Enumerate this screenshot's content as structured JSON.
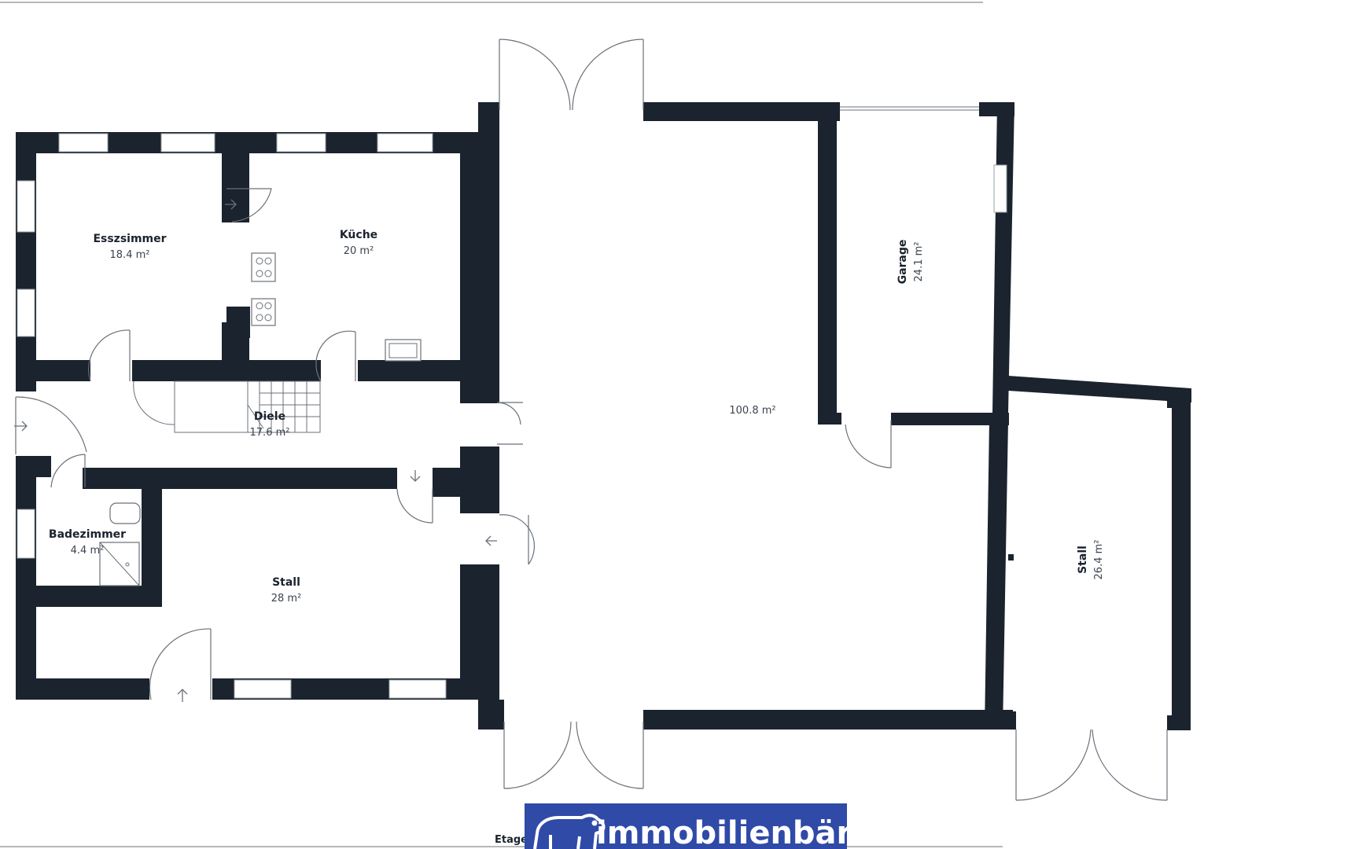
{
  "rooms": {
    "esszimmer": {
      "name": "Esszsimmer",
      "area": "18.4 m²"
    },
    "kueche": {
      "name": "Küche",
      "area": "20 m²"
    },
    "diele": {
      "name": "Diele",
      "area": "17.6 m²"
    },
    "badezimmer": {
      "name": "Badezimmer",
      "area": "4.4 m²"
    },
    "stall_small": {
      "name": "Stall",
      "area": "28 m²"
    },
    "main_hall": {
      "name": "",
      "area": "100.8 m²"
    },
    "garage": {
      "name": "Garage",
      "area": "24.1 m²"
    },
    "stall_right": {
      "name": "Stall",
      "area": "26.4 m²"
    }
  },
  "footer": {
    "etage_label": "Etage",
    "logo_text": "immobilienbär",
    "logo_icon": "bear-icon"
  },
  "colors": {
    "wall": "#1b232e",
    "logo_bg": "#2f4aa7",
    "logo_text": "#ffffff"
  }
}
